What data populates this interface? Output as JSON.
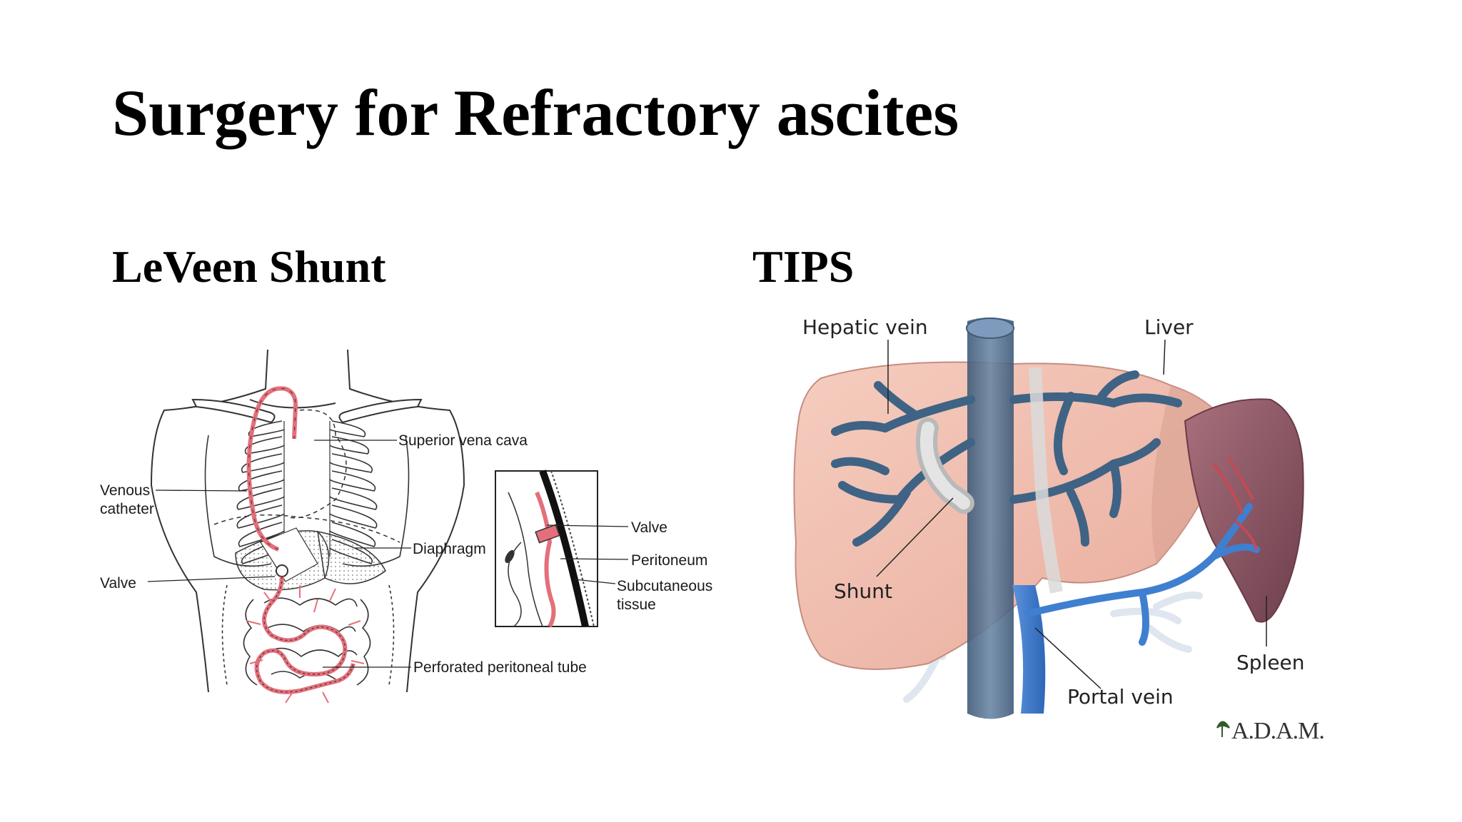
{
  "title": "Surgery for Refractory ascites",
  "left": {
    "heading": "LeVeen Shunt",
    "labels": {
      "superior_vena_cava": "Superior vena cava",
      "venous_catheter_1": "Venous",
      "venous_catheter_2": "catheter",
      "diaphragm": "Diaphragm",
      "valve_main": "Valve",
      "valve_inset": "Valve",
      "peritoneum": "Peritoneum",
      "subcutaneous_1": "Subcutaneous",
      "subcutaneous_2": "tissue",
      "perforated_tube": "Perforated peritoneal tube"
    }
  },
  "right": {
    "heading": "TIPS",
    "labels": {
      "hepatic_vein": "Hepatic vein",
      "liver": "Liver",
      "shunt": "Shunt",
      "spleen": "Spleen",
      "portal_vein": "Portal vein"
    },
    "logo": "A.D.A.M."
  },
  "colors": {
    "catheter": "#e46f7a",
    "liver": "#f2c4b4",
    "spleen": "#9b6672",
    "veins": "#3f6384",
    "portal": "#3f7fcf"
  }
}
